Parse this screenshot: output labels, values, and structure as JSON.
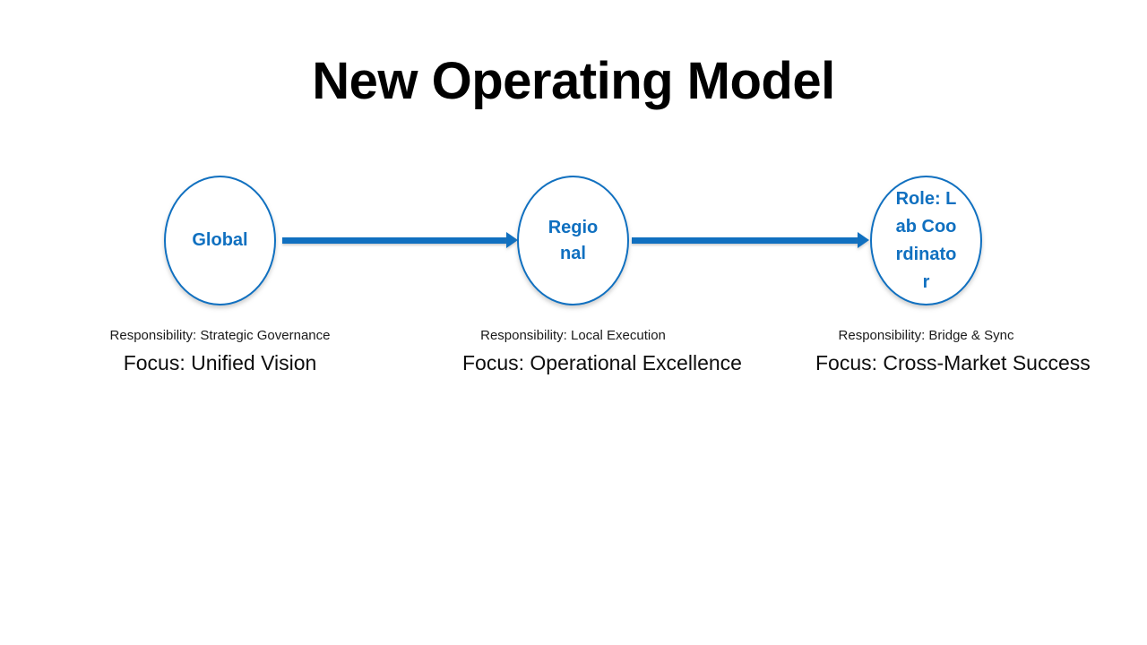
{
  "slide": {
    "title": "New Operating Model",
    "background_color": "#FFFFFF",
    "accent_color": "#1070C0",
    "title_color": "#000000"
  },
  "diagram": {
    "type": "linear-flow",
    "nodes": [
      {
        "id": "global",
        "circle_label": "Global",
        "responsibility": "Responsibility: Strategic Governance",
        "focus": "Focus: Unified Vision"
      },
      {
        "id": "regional",
        "circle_label": "Regional",
        "responsibility": "Responsibility: Local Execution",
        "focus": "Focus: Operational Excellence"
      },
      {
        "id": "lab-coordinator",
        "circle_label": "Role: Lab Coordinator",
        "responsibility": "Responsibility: Bridge & Sync",
        "focus": "Focus: Cross-Market Success"
      }
    ],
    "connectors": [
      {
        "id": "global-to-regional",
        "from": "global",
        "to": "regional",
        "style": "arrow-right"
      },
      {
        "id": "regional-to-lab-coordinator",
        "from": "regional",
        "to": "lab-coordinator",
        "style": "arrow-right"
      }
    ]
  }
}
